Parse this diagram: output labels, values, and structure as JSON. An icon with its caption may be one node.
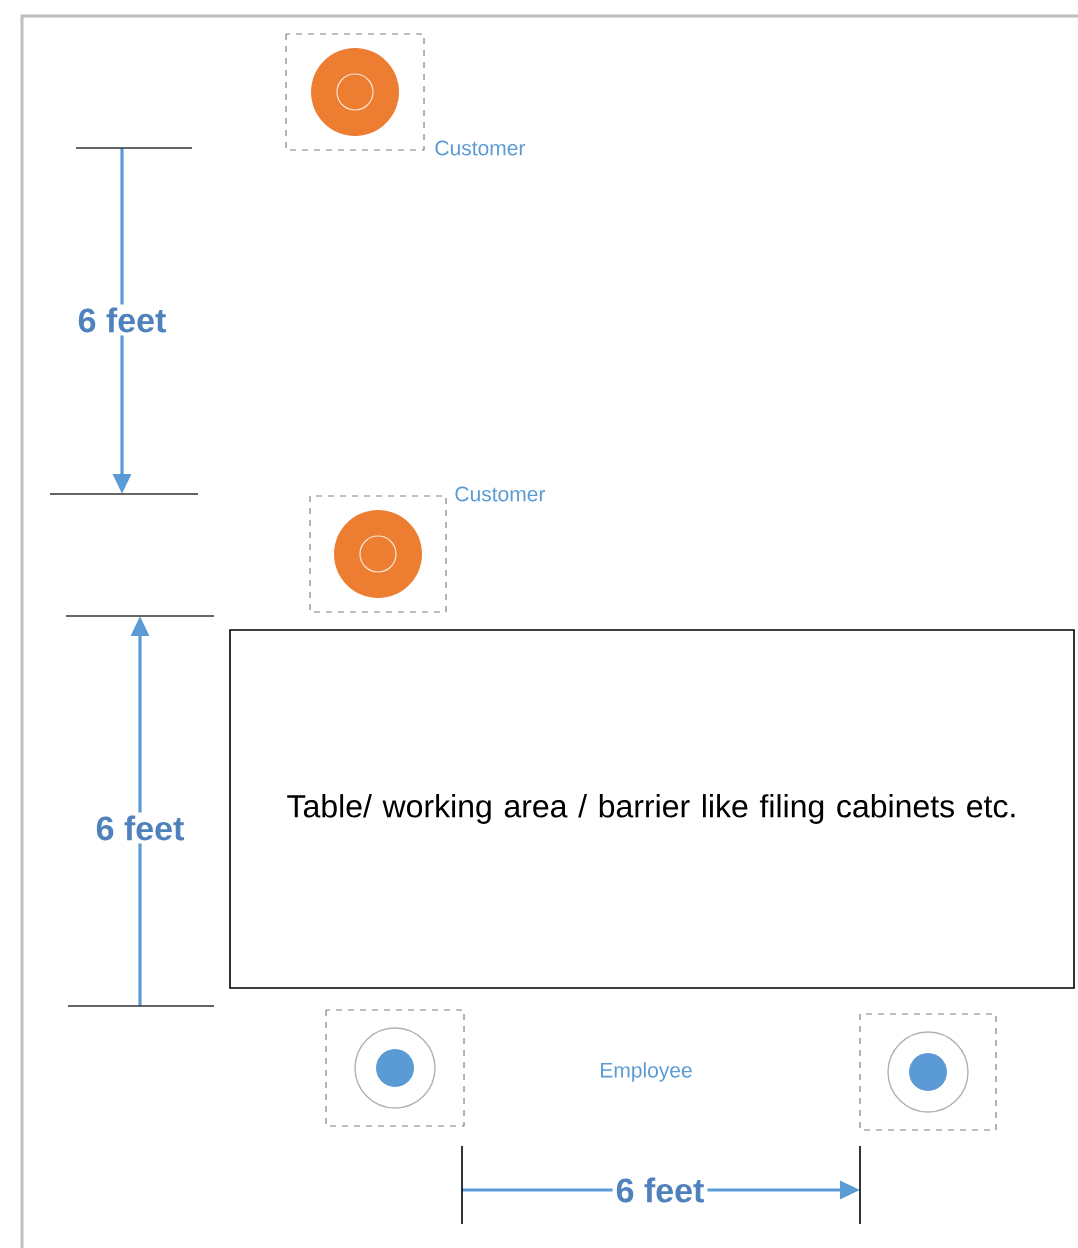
{
  "diagram": {
    "nodes": [
      {
        "text": [],
        "shape": "circle",
        "beside": [
          "Customer"
        ]
      },
      {
        "text": [],
        "shape": "circle",
        "beside": [
          "Customer"
        ]
      },
      {
        "text": [
          "Table/ working area / barrier like filing cabinets etc."
        ]
      },
      {
        "text": [],
        "shape": "circle"
      },
      {
        "text": [],
        "shape": "circle"
      }
    ],
    "labels": [
      "6 feet",
      "6 feet",
      "Employee",
      "6 feet"
    ]
  }
}
